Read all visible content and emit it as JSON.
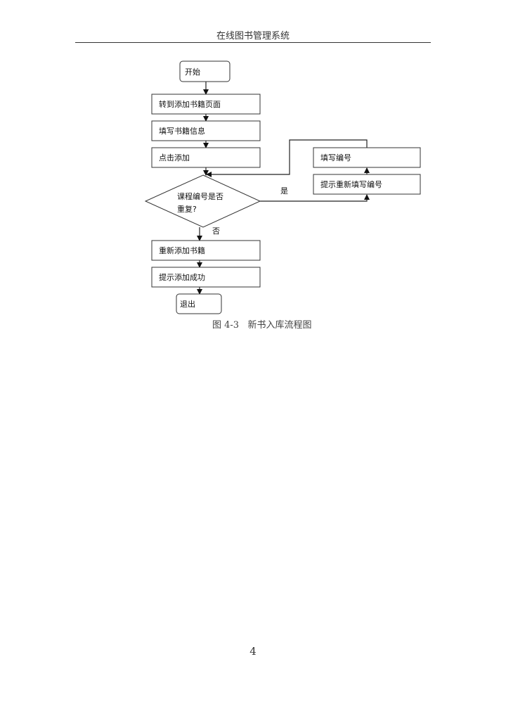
{
  "header": {
    "title": "在线图书管理系统"
  },
  "flowchart": {
    "start": "开始",
    "step1": "转到添加书籍页面",
    "step2": "填写书籍信息",
    "step3": "点击添加",
    "decision_line1": "课程编号是否",
    "decision_line2": "重复?",
    "yes_label": "是",
    "no_label": "否",
    "retry_prompt": "提示重新填写编号",
    "retry_fill": "填写编号",
    "step4": "重新添加书籍",
    "step5": "提示添加成功",
    "end": "退出"
  },
  "caption": "图 4-3   新书入库流程图",
  "page_number": "4"
}
